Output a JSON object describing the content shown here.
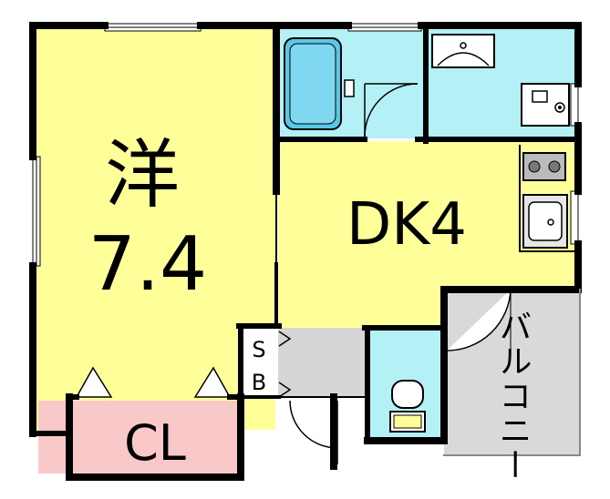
{
  "rooms": {
    "western": {
      "kind": "洋",
      "size": "7.4"
    },
    "dk": {
      "label": "DK4"
    },
    "closet": {
      "label": "CL"
    },
    "shoe_box": {
      "top": "S",
      "bottom": "B"
    },
    "balcony": {
      "label": "バルコニー"
    }
  },
  "colors": {
    "wall": "#000000",
    "room_yellow": "#ffff99",
    "water_blue": "#b3f1f7",
    "closet_pink": "#f9c8c8",
    "floor_gray": "#d6d6d6",
    "balcony_gray": "#d9d9d9"
  }
}
